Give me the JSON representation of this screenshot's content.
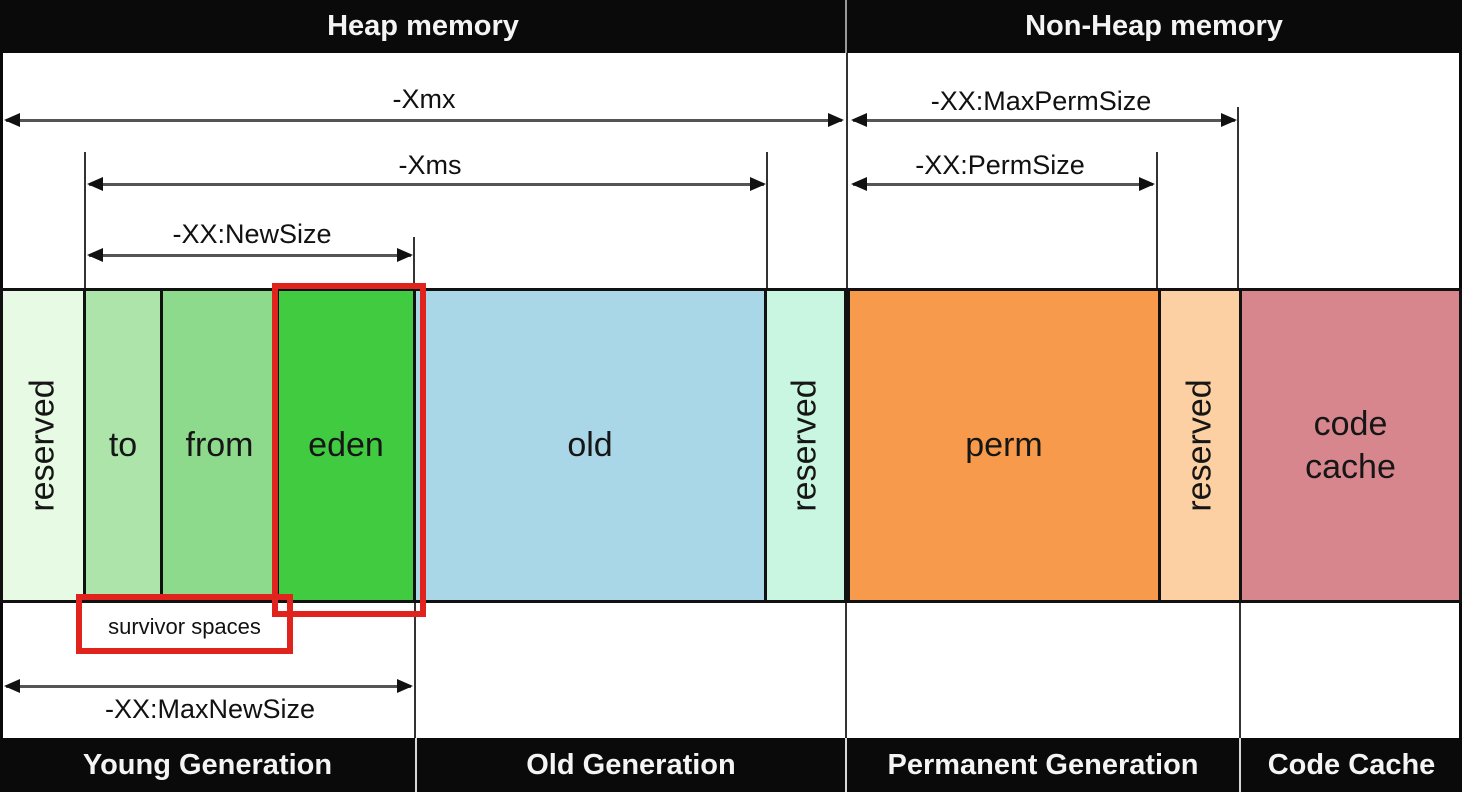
{
  "top_bar": {
    "left_label": "Heap memory",
    "right_label": "Non-Heap memory"
  },
  "annotations": {
    "xmx": {
      "label": "-Xmx"
    },
    "max_perm_size": {
      "label": "-XX:MaxPermSize"
    },
    "xms": {
      "label": "-Xms"
    },
    "perm_size": {
      "label": "-XX:PermSize"
    },
    "new_size": {
      "label": "-XX:NewSize"
    },
    "max_new_size": {
      "label": "-XX:MaxNewSize"
    },
    "survivor_spaces": {
      "label": "survivor spaces"
    }
  },
  "blocks": {
    "reserved_young": {
      "label": "reserved",
      "color": "#e7fae4"
    },
    "to": {
      "label": "to",
      "color": "#ace4aa"
    },
    "from": {
      "label": "from",
      "color": "#8eda8c"
    },
    "eden": {
      "label": "eden",
      "color": "#41cb41"
    },
    "old": {
      "label": "old",
      "color": "#a9d7e8"
    },
    "reserved_old": {
      "label": "reserved",
      "color": "#c9f6e1"
    },
    "perm": {
      "label": "perm",
      "color": "#f79a4b"
    },
    "reserved_perm": {
      "label": "reserved",
      "color": "#fcd0a2"
    },
    "code_cache": {
      "label": "code cache",
      "color": "#d8868e"
    }
  },
  "bottom_bar": {
    "young": "Young Generation",
    "old": "Old Generation",
    "permanent": "Permanent Generation",
    "code_cache": "Code Cache"
  },
  "highlight_color": "#e0231d"
}
